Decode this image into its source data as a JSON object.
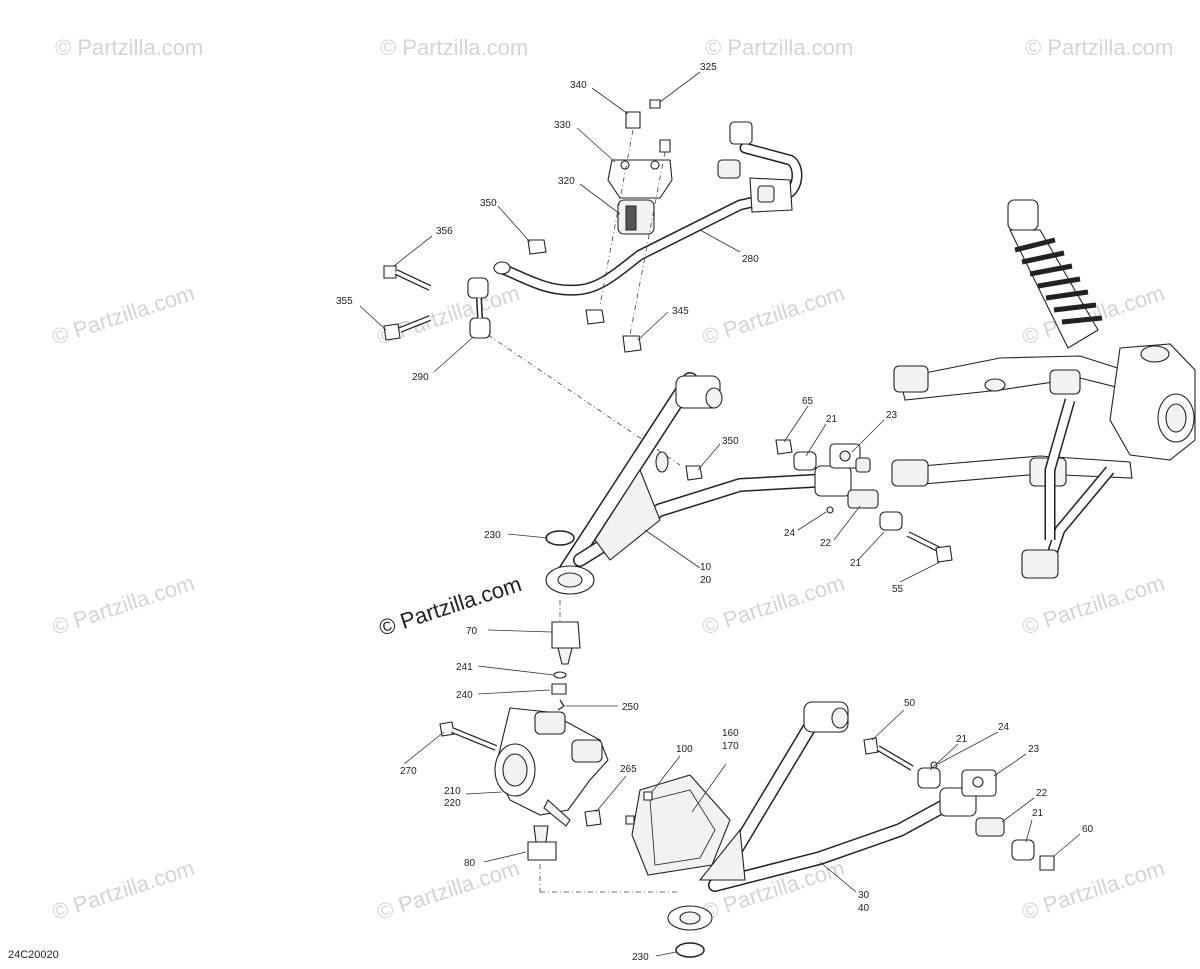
{
  "diagram": {
    "code": "24C20020",
    "brand": "© Partzilla.com",
    "watermark": "© Partzilla.com",
    "labels": {
      "l340": "340",
      "l325": "325",
      "l330": "330",
      "l320": "320",
      "l350a": "350",
      "l356": "356",
      "l280": "280",
      "l355": "355",
      "l345": "345",
      "l290": "290",
      "l65": "65",
      "l21a": "21",
      "l23a": "23",
      "l350b": "350",
      "l24a": "24",
      "l22a": "22",
      "l21b": "21",
      "l55": "55",
      "l230a": "230",
      "l10": "10",
      "l20": "20",
      "l70": "70",
      "l241": "241",
      "l240": "240",
      "l250": "250",
      "l270": "270",
      "l210": "210",
      "l220": "220",
      "l265": "265",
      "l80": "80",
      "l100": "100",
      "l160": "160",
      "l170": "170",
      "l50": "50",
      "l21c": "21",
      "l24b": "24",
      "l23b": "23",
      "l22b": "22",
      "l21d": "21",
      "l60": "60",
      "l30": "30",
      "l40": "40",
      "l230b": "230"
    }
  }
}
